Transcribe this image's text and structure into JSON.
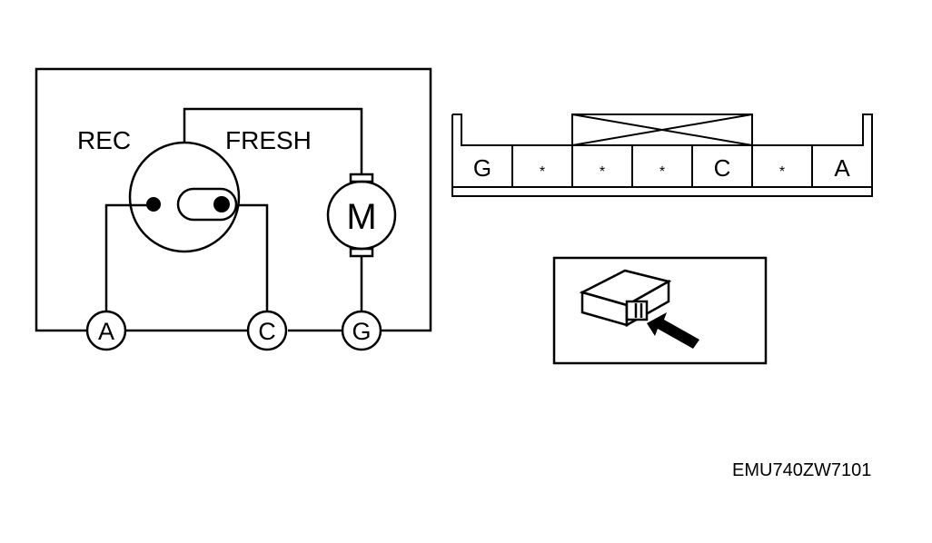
{
  "schematic": {
    "rec_label": "REC",
    "fresh_label": "FRESH",
    "motor_label": "M",
    "terminals": [
      "A",
      "C",
      "G"
    ]
  },
  "connector": {
    "cells": [
      "G",
      "*",
      "*",
      "*",
      "C",
      "*",
      "A"
    ]
  },
  "figure_code": "EMU740ZW7101"
}
